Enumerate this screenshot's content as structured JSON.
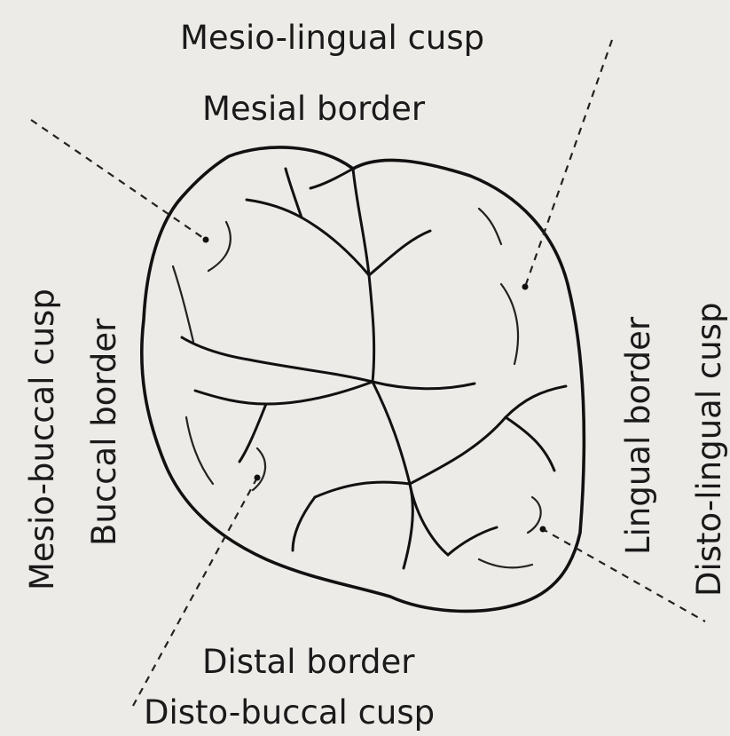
{
  "labels": {
    "mesio_lingual_cusp": "Mesio-lingual cusp",
    "mesial_border": "Mesial border",
    "mesio_buccal_cusp": "Mesio-buccal cusp",
    "buccal_border": "Buccal border",
    "lingual_border": "Lingual border",
    "disto_lingual_cusp": "Disto-lingual cusp",
    "distal_border": "Distal border",
    "disto_buccal_cusp": "Disto-buccal cusp"
  },
  "colors": {
    "background": "#ecebe7",
    "ink": "#111111"
  }
}
